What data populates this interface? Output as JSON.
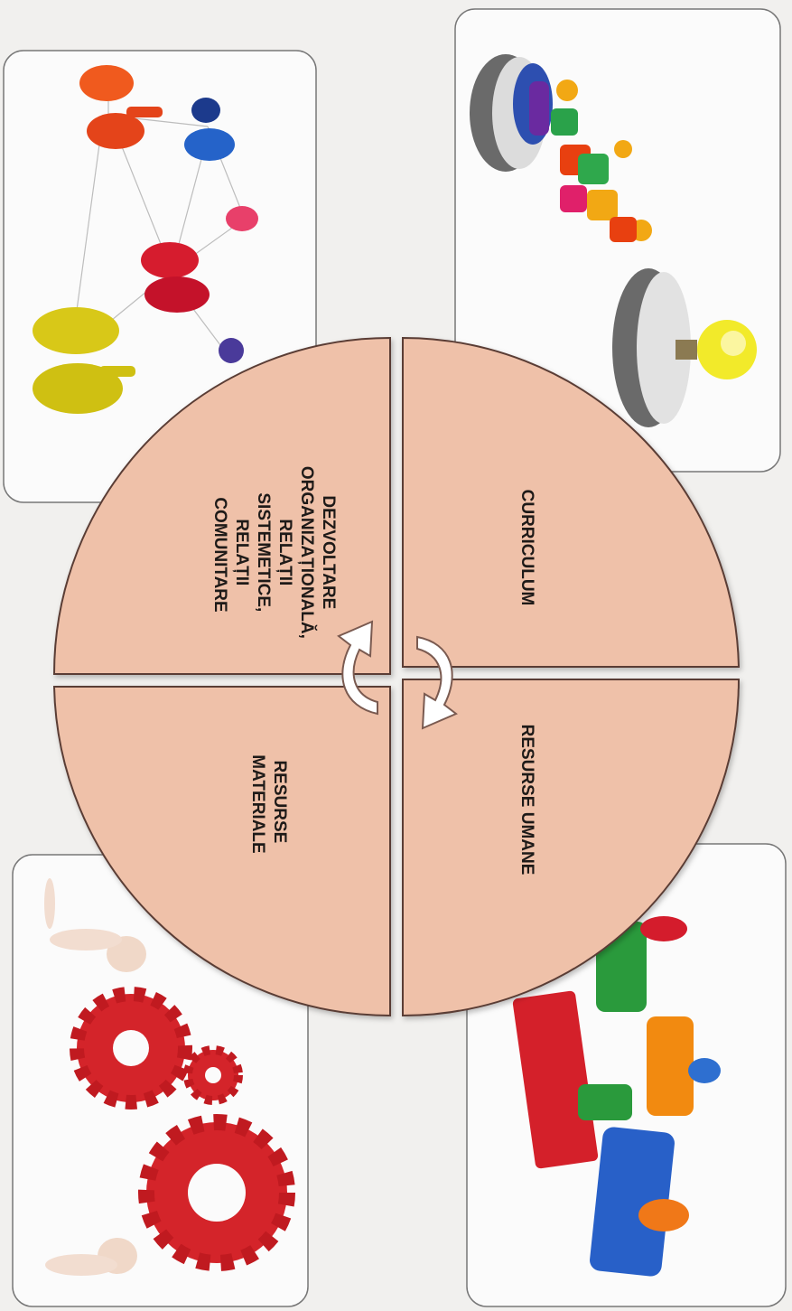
{
  "quadrants": {
    "curriculum": "CURRICULUM",
    "resurse_umane": "RESURSE UMANE",
    "resurse_materiale": [
      "RESURSE",
      "MATERIALE"
    ],
    "dezvoltare": [
      "DEZVOLTARE",
      "ORGANIZAȚIONALĂ,",
      "RELAȚII",
      "SISTEMETICE,",
      "RELAȚII",
      "COMUNITARE"
    ]
  },
  "colors": {
    "quadrant_fill": "#efc1a9",
    "quadrant_stroke": "#5a3c34",
    "page_background": "#f1f0ee",
    "card_fill": "#fbfbfb",
    "arrow_fill": "#ffffff"
  },
  "images": {
    "top_left": "puzzle-people-network",
    "top_right": "puzzle-bridge-to-lightbulb",
    "bottom_right": "colorful-puzzle-people",
    "bottom_left": "people-turning-red-gears"
  }
}
